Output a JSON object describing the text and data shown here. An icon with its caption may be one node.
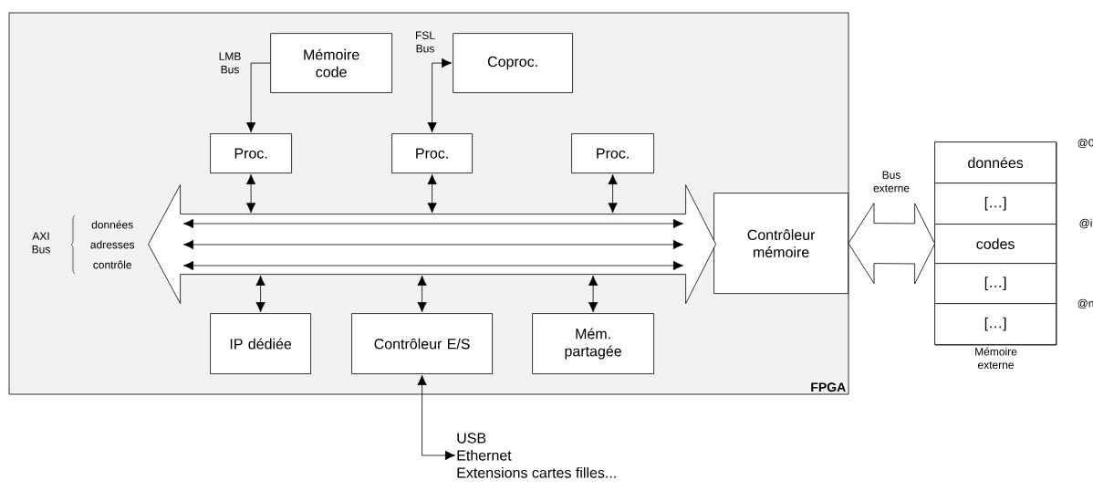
{
  "diagram": {
    "nodes": [
      {
        "text": [
          "FPGA"
        ]
      },
      {
        "text": [
          "Mémoire code"
        ],
        "in": 0
      },
      {
        "text": [
          "Coproc."
        ],
        "in": 0
      },
      {
        "text": [
          "Proc."
        ],
        "in": 0
      },
      {
        "text": [
          "Proc."
        ],
        "in": 0
      },
      {
        "text": [
          "Proc."
        ],
        "in": 0
      },
      {
        "text": [],
        "shape": "arrow",
        "in": 0,
        "beside": [
          "AXI Bus",
          "données",
          "adresses",
          "contrôle"
        ]
      },
      {
        "text": [
          "Contrôleur mémoire"
        ],
        "in": 0
      },
      {
        "text": [
          "IP dédiée"
        ],
        "in": 0
      },
      {
        "text": [
          "Contrôleur E/S"
        ],
        "in": 0
      },
      {
        "text": [
          "Mém. partagée"
        ],
        "in": 0
      },
      {
        "text": [
          "Mémoire externe"
        ]
      },
      {
        "text": [
          "données"
        ],
        "in": 11
      },
      {
        "text": [
          "[…]"
        ],
        "in": 11
      },
      {
        "text": [
          "codes"
        ],
        "in": 11
      },
      {
        "text": [
          "[…]"
        ],
        "in": 11
      },
      {
        "text": [
          "[…]"
        ],
        "in": 11
      },
      {
        "text": [
          "USB",
          "Ethernet",
          "Extensions cartes filles..."
        ]
      }
    ],
    "edges": [
      {
        "from": 1,
        "to": 3,
        "arrow": "to",
        "label": "LMB Bus"
      },
      {
        "from": 4,
        "to": 2,
        "arrow": "both",
        "label": "FSL Bus"
      },
      {
        "from": 3,
        "to": 6,
        "arrow": "both"
      },
      {
        "from": 4,
        "to": 6,
        "arrow": "both"
      },
      {
        "from": 5,
        "to": 6,
        "arrow": "both"
      },
      {
        "from": 6,
        "to": 8,
        "arrow": "both"
      },
      {
        "from": 6,
        "to": 9,
        "arrow": "both"
      },
      {
        "from": 6,
        "to": 10,
        "arrow": "both"
      },
      {
        "from": 7,
        "to": 11,
        "arrow": "both",
        "label": "Bus externe"
      },
      {
        "from": 9,
        "to": 17,
        "arrow": "both"
      }
    ],
    "labels": [
      "@0",
      "@i",
      "@n"
    ]
  }
}
